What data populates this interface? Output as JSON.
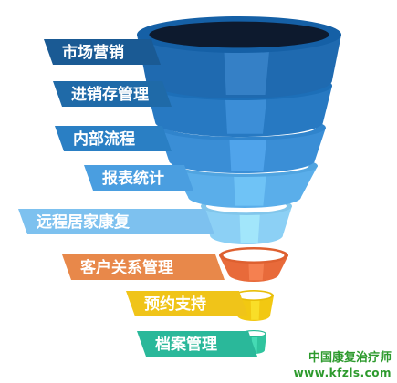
{
  "funnel": {
    "stages": [
      {
        "label": "市场营销",
        "color": "#1a5a94",
        "body_color": "#1f6ab0"
      },
      {
        "label": "进销存管理",
        "color": "#1f6aa8",
        "body_color": "#2779c2"
      },
      {
        "label": "内部流程",
        "color": "#2a7fc4",
        "body_color": "#3a8ed6"
      },
      {
        "label": "报表统计",
        "color": "#4a9ee0",
        "body_color": "#5aaeea"
      },
      {
        "label": "远程居家康复",
        "color": "#7dc1ef",
        "body_color": "#8cd0f5"
      },
      {
        "label": "客户关系管理",
        "color": "#e8884a",
        "body_color": "#e86a3a"
      },
      {
        "label": "预约支持",
        "color": "#f0c419",
        "body_color": "#f2c812"
      },
      {
        "label": "档案管理",
        "color": "#2ab89a",
        "body_color": "#2fc49e"
      }
    ]
  },
  "watermark": {
    "line1": "中国康复治疗师",
    "line2": "www.kfzls.com"
  }
}
